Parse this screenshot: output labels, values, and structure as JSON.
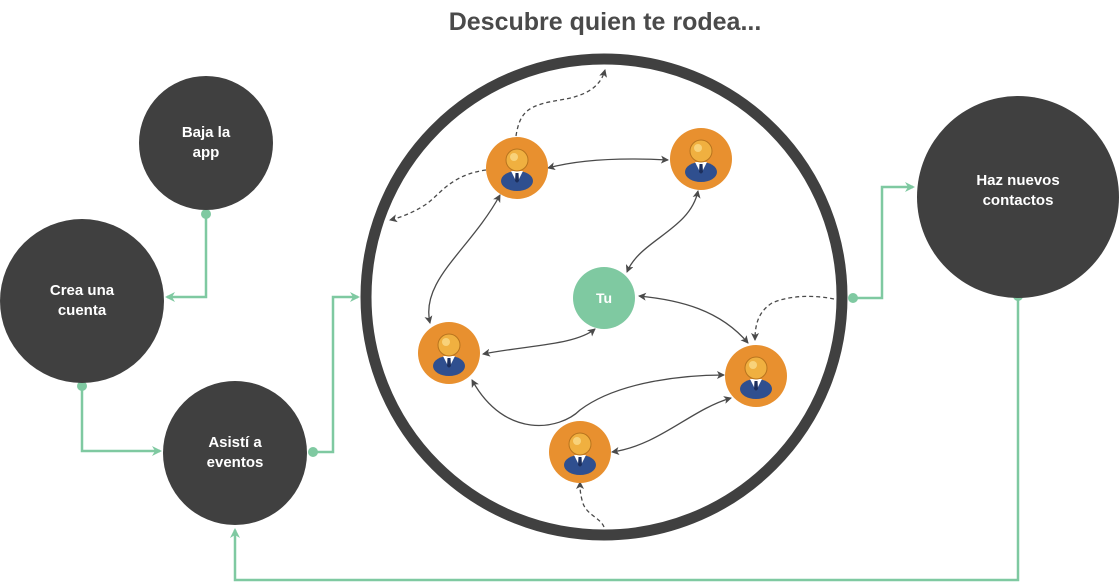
{
  "title": "Descubre quien te rodea...",
  "steps": {
    "download": "Baja la app",
    "account": "Crea una cuenta",
    "events": "Asistí a eventos",
    "contacts": "Haz nuevos contactos"
  },
  "center_label": "Tu",
  "colors": {
    "dark_node": "#404040",
    "accent_green": "#7fc9a1",
    "person_orange": "#e8902f",
    "ring": "#404040"
  },
  "icons": [
    "person-icon"
  ]
}
